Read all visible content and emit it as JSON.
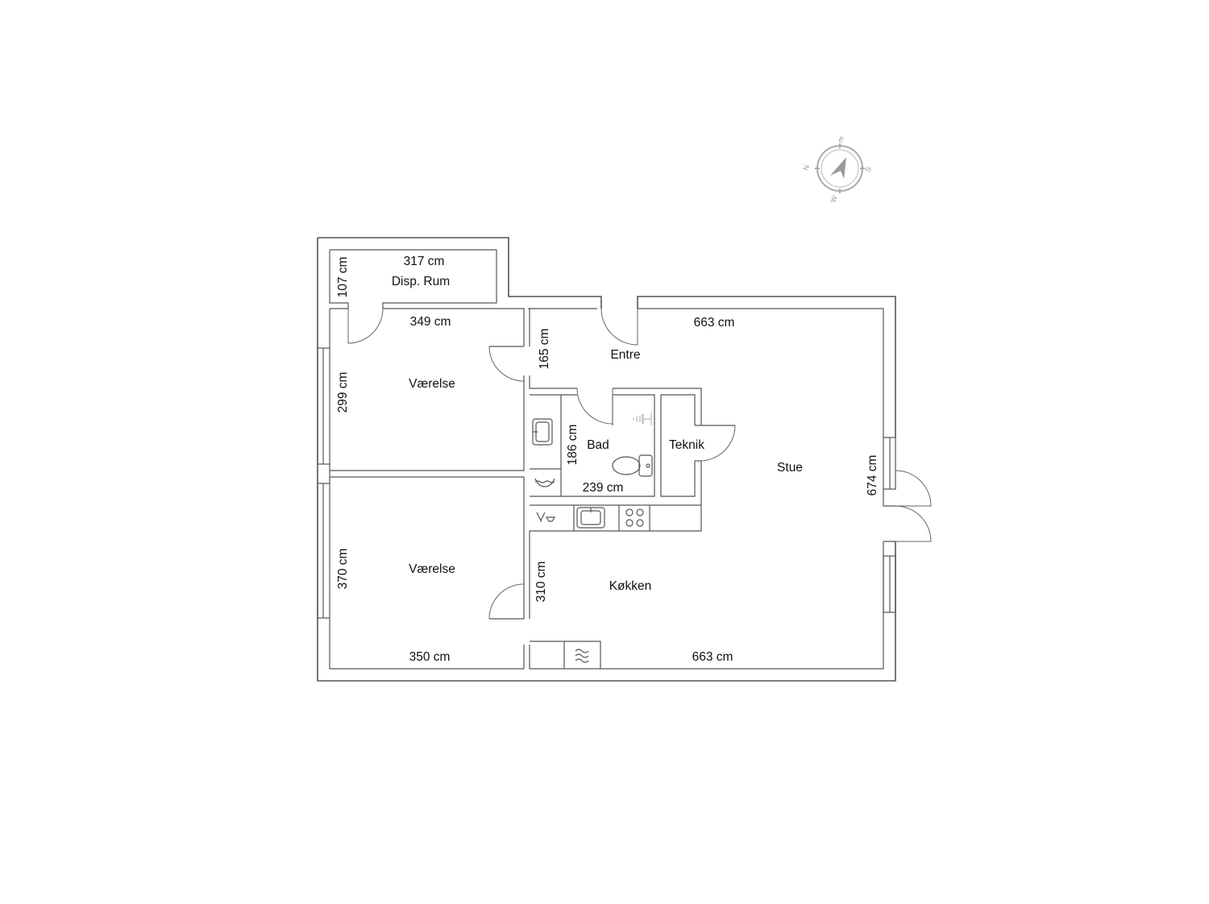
{
  "rooms": {
    "disp_rum": "Disp. Rum",
    "vaerelse_top": "Værelse",
    "vaerelse_bottom": "Værelse",
    "entre": "Entre",
    "bad": "Bad",
    "teknik": "Teknik",
    "stue": "Stue",
    "kokken": "Køkken"
  },
  "dimensions": {
    "disp_width": "317 cm",
    "disp_height": "107 cm",
    "vaerelse_top_width": "349 cm",
    "vaerelse_top_height": "299 cm",
    "entre_height": "165 cm",
    "stue_top_width": "663 cm",
    "stue_height": "674 cm",
    "bad_height": "186 cm",
    "bad_width": "239 cm",
    "vaerelse_bottom_height": "370 cm",
    "vaerelse_bottom_width": "350 cm",
    "kokken_height": "310 cm",
    "kokken_bottom_width": "663 cm"
  },
  "compass": {
    "n": "N",
    "e": "E",
    "s": "S",
    "w": "W"
  }
}
